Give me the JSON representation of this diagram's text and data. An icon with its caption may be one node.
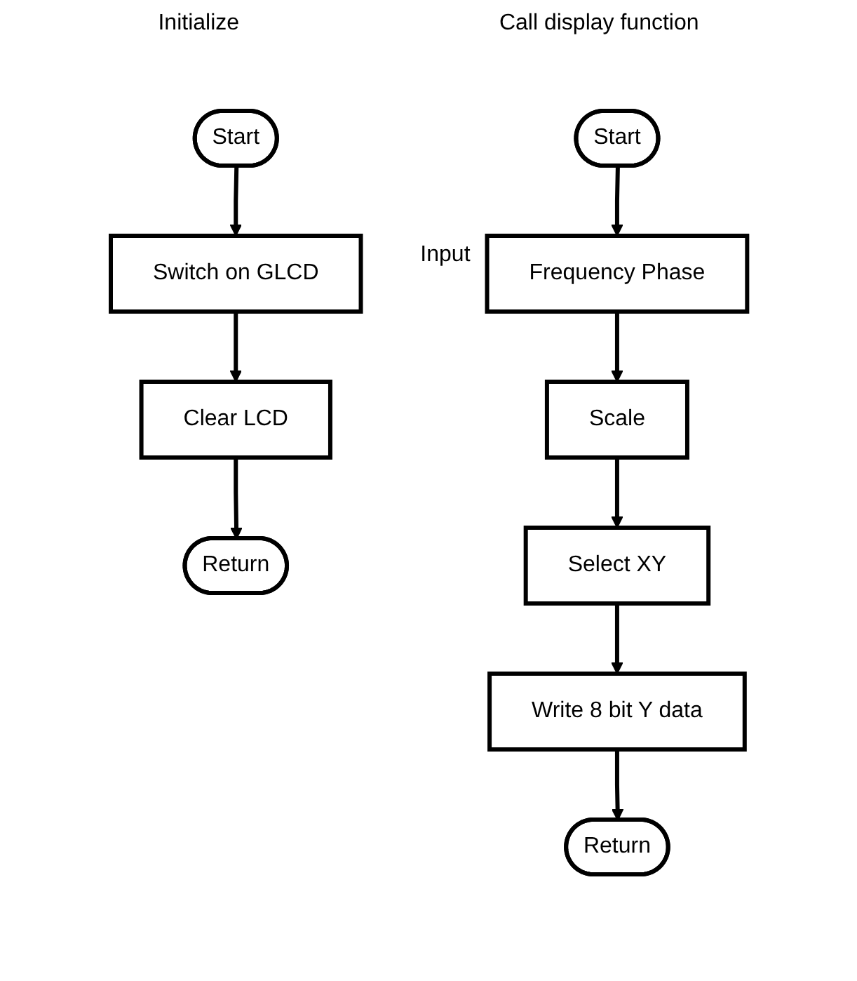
{
  "diagram": {
    "nodes": [
      {
        "text": [
          "Start"
        ]
      },
      {
        "text": [
          "Switch on GLCD"
        ]
      },
      {
        "text": [
          "Clear LCD"
        ]
      },
      {
        "text": [
          "Return"
        ]
      },
      {
        "text": [
          "Start"
        ]
      },
      {
        "text": [
          "Frequency Phase"
        ],
        "beside": [
          "Input"
        ]
      },
      {
        "text": [
          "Scale"
        ]
      },
      {
        "text": [
          "Select XY"
        ]
      },
      {
        "text": [
          "Write 8 bit Y data"
        ]
      },
      {
        "text": [
          "Return"
        ]
      }
    ],
    "edges": [
      {
        "from": 0,
        "to": 1,
        "arrow": "to"
      },
      {
        "from": 1,
        "to": 2,
        "arrow": "to"
      },
      {
        "from": 2,
        "to": 3,
        "arrow": "to"
      },
      {
        "from": 4,
        "to": 5,
        "arrow": "to"
      },
      {
        "from": 5,
        "to": 6,
        "arrow": "to"
      },
      {
        "from": 6,
        "to": 7,
        "arrow": "to"
      },
      {
        "from": 7,
        "to": 8,
        "arrow": "to"
      },
      {
        "from": 8,
        "to": 9,
        "arrow": "to"
      }
    ],
    "labels": [
      "Initialize",
      "Call display function"
    ]
  }
}
